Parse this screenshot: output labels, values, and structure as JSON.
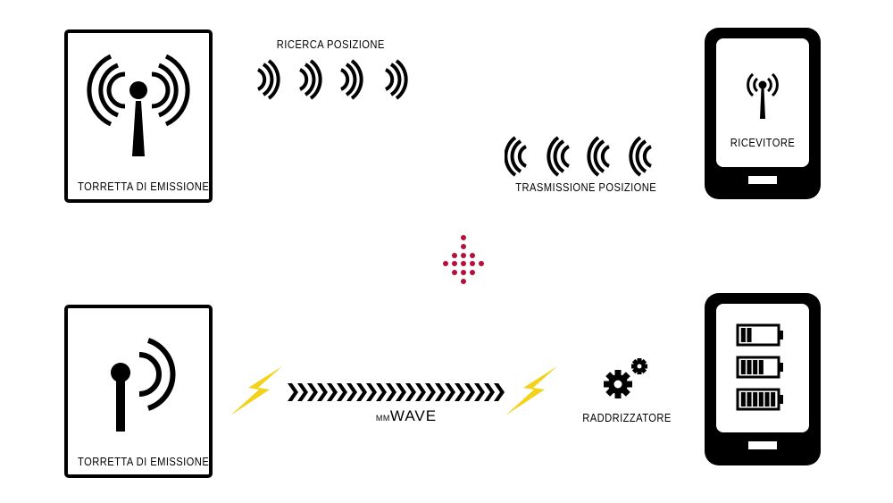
{
  "top": {
    "tower_label": "TORRETTA DI EMISSIONE",
    "search_label": "RICERCA POSIZIONE",
    "transmission_label": "TRASMISSIONE POSIZIONE",
    "receiver_label": "RICEVITORE"
  },
  "bottom": {
    "tower_label": "TORRETTA DI EMISSIONE",
    "wave_prefix": "MM",
    "wave_label": "WAVE",
    "rectifier_label": "RADDRIZZATORE"
  },
  "colors": {
    "ink": "#000000",
    "accent": "#b5103a",
    "bolt": "#f2d21b"
  },
  "battery_levels": [
    0.33,
    0.66,
    1.0
  ]
}
